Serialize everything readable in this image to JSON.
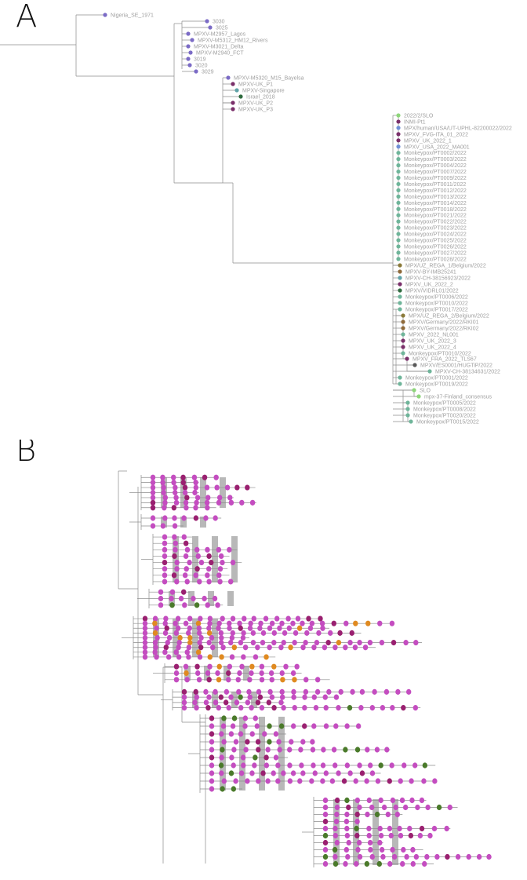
{
  "panels": {
    "a": {
      "letter": "A"
    },
    "b": {
      "letter": "B"
    }
  },
  "colors": {
    "west_africa_purple": "#7b6bc6",
    "uk_dark_magenta": "#7a2f6a",
    "singapore_teal": "#5fa3a8",
    "israel_dark_green": "#2f6b3e",
    "slovenia_light_green": "#8ed67a",
    "portugal_sea_green": "#6fb59a",
    "usa_blue": "#6f8fd6",
    "belgium_olive": "#8a7a3a",
    "germany_brown": "#8f6a3a",
    "generic_gray": "#5a5a5a",
    "branch_gray": "#8c8c8c",
    "b_magenta": "#c44dc0",
    "b_dark_magenta": "#9a2070",
    "b_orange": "#e08a20",
    "b_green": "#4a7a2a"
  },
  "tree_a": {
    "outgroup": {
      "label": "Nigeria_SE_1971",
      "color": "west_africa_purple"
    },
    "clade1": [
      {
        "label": "3030",
        "color": "west_africa_purple"
      },
      {
        "label": "3025",
        "color": "west_africa_purple"
      },
      {
        "label": "MPXV-M2957_Lagos",
        "color": "west_africa_purple"
      },
      {
        "label": "MPXV-M5312_HM12_Rivers",
        "color": "west_africa_purple"
      },
      {
        "label": "MPXV-M3021_Delta",
        "color": "west_africa_purple"
      },
      {
        "label": "MPXV-M2940_FCT",
        "color": "west_africa_purple"
      },
      {
        "label": "3019",
        "color": "west_africa_purple"
      },
      {
        "label": "3020",
        "color": "west_africa_purple"
      },
      {
        "label": "3029",
        "color": "west_africa_purple"
      }
    ],
    "clade2": [
      {
        "label": "MPXV-M5320_M15_Bayelsa",
        "color": "west_africa_purple"
      },
      {
        "label": "MPXV-UK_P1",
        "color": "uk_dark_magenta"
      },
      {
        "label": "MPXV-Singapore",
        "color": "singapore_teal"
      },
      {
        "label": "Israel_2018",
        "color": "israel_dark_green"
      },
      {
        "label": "MPXV-UK_P2",
        "color": "uk_dark_magenta"
      },
      {
        "label": "MPXV-UK_P3",
        "color": "uk_dark_magenta"
      }
    ],
    "outbreak_comb": [
      {
        "label": "2022/2/SLO",
        "color": "slovenia_light_green"
      },
      {
        "label": "INMI-Pt1",
        "color": "uk_dark_magenta"
      },
      {
        "label": "MPX/human/USA/UT-UPHL-82200022/2022",
        "color": "usa_blue"
      },
      {
        "label": "MPXV_FVG-ITA_01_2022",
        "color": "uk_dark_magenta"
      },
      {
        "label": "MPXV_UK_2022_1",
        "color": "uk_dark_magenta"
      },
      {
        "label": "MPXV_USA_2022_MA001",
        "color": "usa_blue"
      },
      {
        "label": "Monkeypox/PT0002/2022",
        "color": "portugal_sea_green"
      },
      {
        "label": "Monkeypox/PT0003/2022",
        "color": "portugal_sea_green"
      },
      {
        "label": "Monkeypox/PT0004/2022",
        "color": "portugal_sea_green"
      },
      {
        "label": "Monkeypox/PT0007/2022",
        "color": "portugal_sea_green"
      },
      {
        "label": "Monkeypox/PT0009/2022",
        "color": "portugal_sea_green"
      },
      {
        "label": "Monkeypox/PT0011/2022",
        "color": "portugal_sea_green"
      },
      {
        "label": "Monkeypox/PT0012/2022",
        "color": "portugal_sea_green"
      },
      {
        "label": "Monkeypox/PT0013/2022",
        "color": "portugal_sea_green"
      },
      {
        "label": "Monkeypox/PT0014/2022",
        "color": "portugal_sea_green"
      },
      {
        "label": "Monkeypox/PT0018/2022",
        "color": "portugal_sea_green"
      },
      {
        "label": "Monkeypox/PT0021/2022",
        "color": "portugal_sea_green"
      },
      {
        "label": "Monkeypox/PT0022/2022",
        "color": "portugal_sea_green"
      },
      {
        "label": "Monkeypox/PT0023/2022",
        "color": "portugal_sea_green"
      },
      {
        "label": "Monkeypox/PT0024/2022",
        "color": "portugal_sea_green"
      },
      {
        "label": "Monkeypox/PT0025/2022",
        "color": "portugal_sea_green"
      },
      {
        "label": "Monkeypox/PT0026/2022",
        "color": "portugal_sea_green"
      },
      {
        "label": "Monkeypox/PT0027/2022",
        "color": "portugal_sea_green"
      },
      {
        "label": "Monkeypox/PT0028/2022",
        "color": "portugal_sea_green"
      }
    ],
    "outbreak_rest": [
      {
        "label": "MPX/UZ_REGA_1/Belgium/2022",
        "color": "belgium_olive"
      },
      {
        "label": "MPXV-BY-IMB25241",
        "color": "germany_brown"
      },
      {
        "label": "MPXV-CH-38156923/2022",
        "color": "singapore_teal"
      },
      {
        "label": "MPXV_UK_2022_2",
        "color": "uk_dark_magenta"
      },
      {
        "label": "MPXV/VIDRL01/2022",
        "color": "israel_dark_green"
      },
      {
        "label": "Monkeypox/PT0006/2022",
        "color": "portugal_sea_green"
      },
      {
        "label": "Monkeypox/PT0010/2022",
        "color": "portugal_sea_green"
      },
      {
        "label": "Monkeypox/PT0017/2022",
        "color": "portugal_sea_green"
      },
      {
        "label": "MPX/UZ_REGA_2/Belgium/2022",
        "color": "belgium_olive"
      },
      {
        "label": "MPXV/Germany/2022/RKI01",
        "color": "germany_brown"
      },
      {
        "label": "MPXV/Germany/2022/RKI02",
        "color": "germany_brown"
      },
      {
        "label": "MPXV_2022_NL001",
        "color": "portugal_sea_green"
      },
      {
        "label": "MPXV_UK_2022_3",
        "color": "uk_dark_magenta"
      },
      {
        "label": "MPXV_UK_2022_4",
        "color": "uk_dark_magenta"
      },
      {
        "label": "Monkeypox/PT0010/2022",
        "color": "portugal_sea_green"
      },
      {
        "label": "MPXV_FRA_2022_TLS67",
        "color": "uk_dark_magenta"
      },
      {
        "label": "MPXV/ES0001/HUGTiP/2022",
        "color": "generic_gray"
      },
      {
        "label": "MPXV-CH-38134631/2022",
        "color": "portugal_sea_green"
      },
      {
        "label": "Monkeypox/PT0001/2022",
        "color": "portugal_sea_green"
      },
      {
        "label": "Monkeypox/PT0019/2022",
        "color": "portugal_sea_green"
      },
      {
        "label": "SLO",
        "color": "slovenia_light_green"
      },
      {
        "label": "mpx-37-Finland_consensus",
        "color": "slovenia_light_green"
      },
      {
        "label": "Monkeypox/PT0005/2022",
        "color": "portugal_sea_green"
      },
      {
        "label": "Monkeypox/PT0008/2022",
        "color": "portugal_sea_green"
      },
      {
        "label": "Monkeypox/PT0020/2022",
        "color": "portugal_sea_green"
      },
      {
        "label": "Monkeypox/PT0015/2022",
        "color": "portugal_sea_green"
      }
    ]
  }
}
